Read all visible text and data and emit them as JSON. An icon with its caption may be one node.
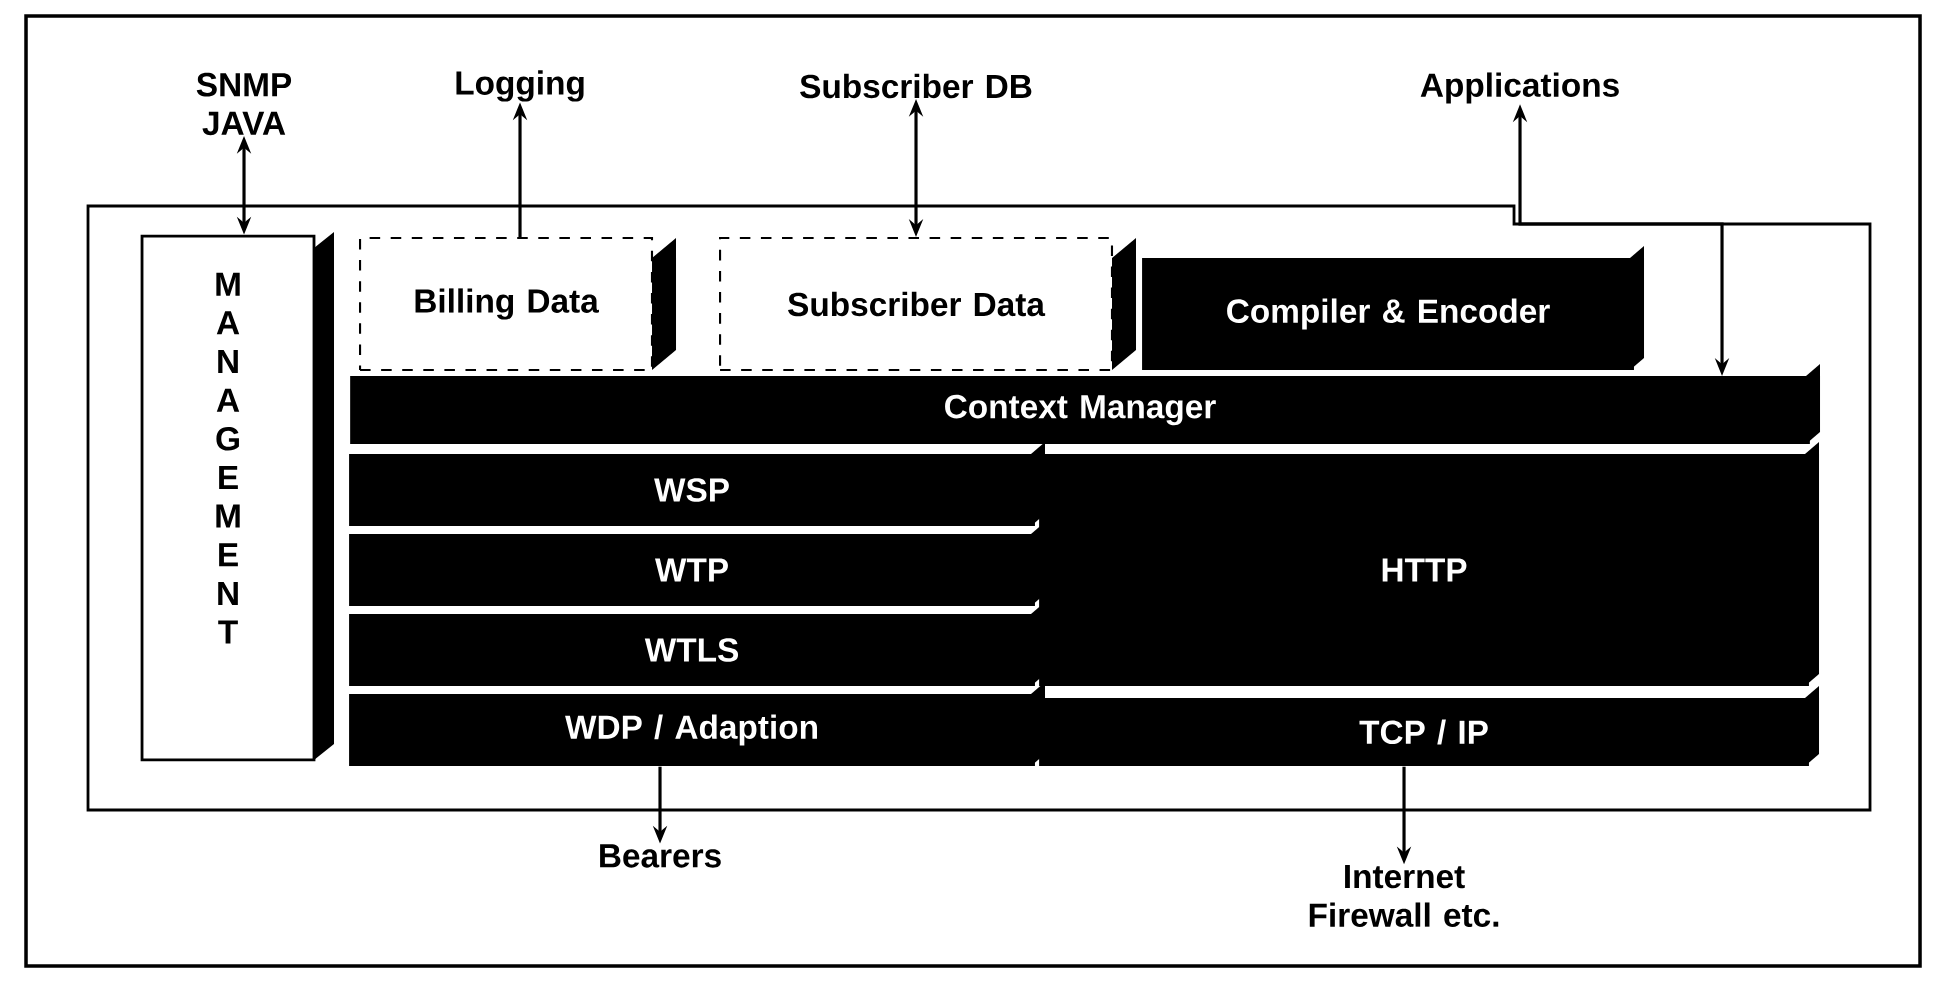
{
  "diagram": {
    "nodes": [
      {
        "text": [
          "SNMP JAVA"
        ]
      },
      {
        "text": [
          "Logging"
        ]
      },
      {
        "text": [
          "Subscriber DB"
        ]
      },
      {
        "text": [
          "Applications"
        ]
      },
      {
        "text": [
          "MANAGEMENT"
        ]
      },
      {
        "text": [
          "Billing Data"
        ]
      },
      {
        "text": [
          "Subscriber Data"
        ]
      },
      {
        "text": [
          "Compiler & Encoder"
        ]
      },
      {
        "text": [
          "Context Manager"
        ]
      },
      {
        "text": [
          "WSP"
        ]
      },
      {
        "text": [
          "WTP"
        ]
      },
      {
        "text": [
          "WTLS"
        ]
      },
      {
        "text": [
          "WDP / Adaption"
        ]
      },
      {
        "text": [
          "HTTP"
        ]
      },
      {
        "text": [
          "TCP / IP"
        ]
      },
      {
        "text": [
          "Bearers"
        ]
      },
      {
        "text": [
          "Internet Firewall etc."
        ]
      }
    ],
    "edges": [
      {
        "from": 0,
        "to": 4,
        "arrow": "both"
      },
      {
        "from": 5,
        "to": 1,
        "arrow": "to"
      },
      {
        "from": 2,
        "to": 6,
        "arrow": "both"
      },
      {
        "from": 3,
        "to": 8,
        "arrow": "both"
      },
      {
        "from": 12,
        "to": 15,
        "arrow": "to"
      },
      {
        "from": 14,
        "to": 16,
        "arrow": "to"
      }
    ]
  }
}
